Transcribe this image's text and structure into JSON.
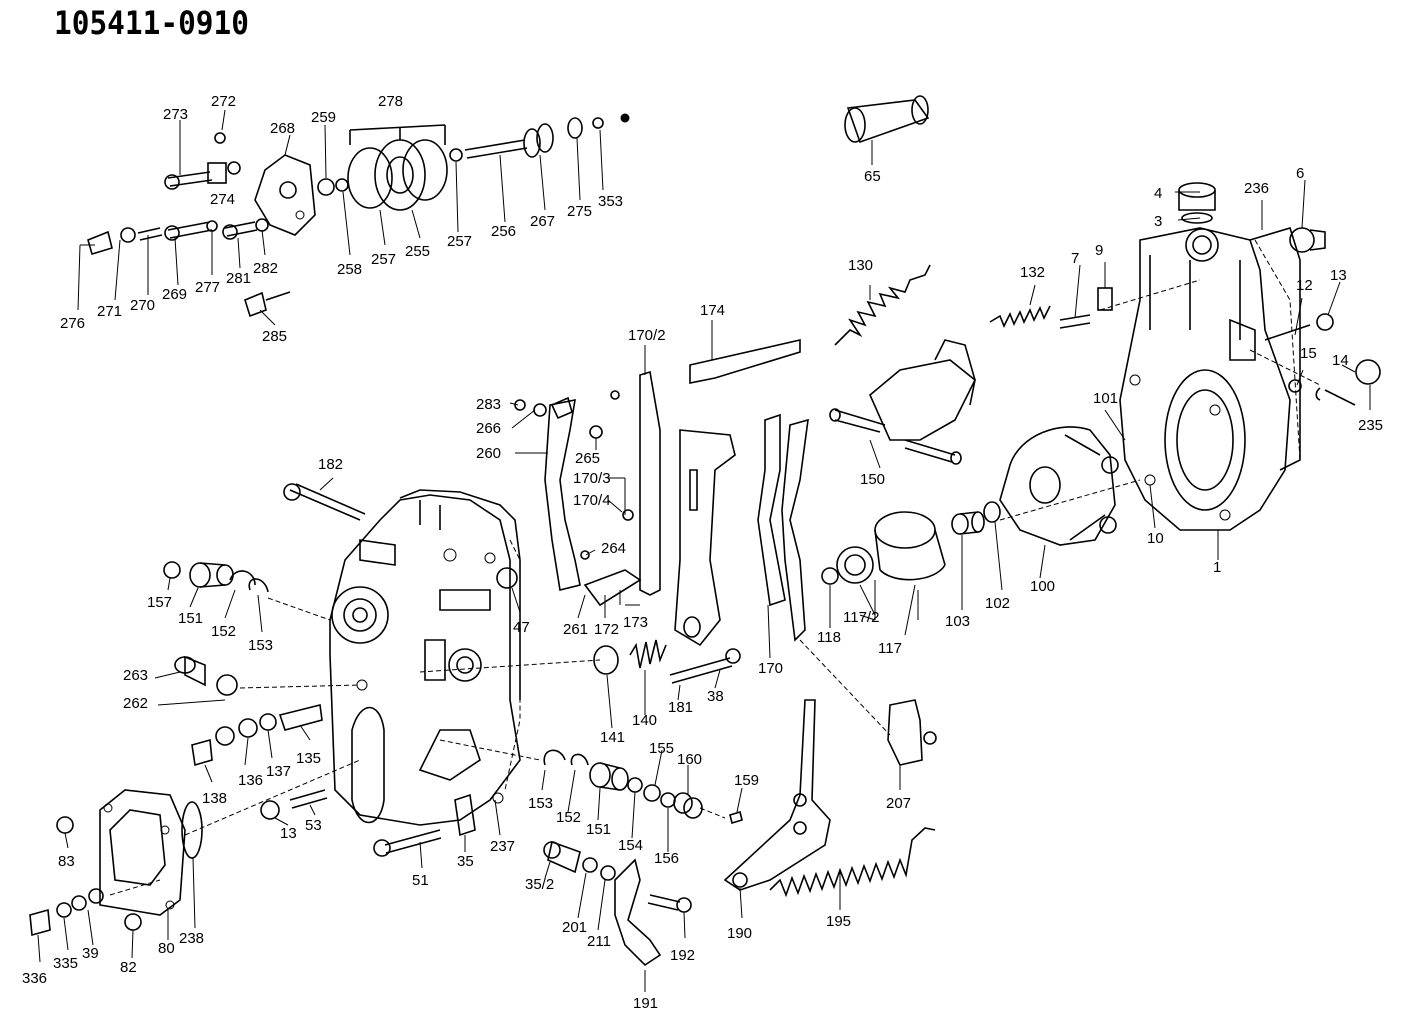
{
  "diagram": {
    "title": "105411-0910",
    "labels": {
      "l273": "273",
      "l272": "272",
      "l268": "268",
      "l259": "259",
      "l278": "278",
      "l274": "274",
      "l276": "276",
      "l271": "271",
      "l270": "270",
      "l269": "269",
      "l277": "277",
      "l281": "281",
      "l282": "282",
      "l285": "285",
      "l258": "258",
      "l257a": "257",
      "l255": "255",
      "l257b": "257",
      "l256": "256",
      "l267": "267",
      "l275": "275",
      "l353": "353",
      "l65": "65",
      "l4": "4",
      "l3": "3",
      "l236": "236",
      "l6": "6",
      "l9": "9",
      "l7": "7",
      "l13a": "13",
      "l12": "12",
      "l15": "15",
      "l14": "14",
      "l235": "235",
      "l1": "1",
      "l10": "10",
      "l101": "101",
      "l100": "100",
      "l102": "102",
      "l103": "103",
      "l130": "130",
      "l132": "132",
      "l150": "150",
      "l174": "174",
      "l170_2": "170/2",
      "l283": "283",
      "l266": "266",
      "l265": "265",
      "l260": "260",
      "l170_3": "170/3",
      "l170_4": "170/4",
      "l264": "264",
      "l261": "261",
      "l172": "172",
      "l173": "173",
      "l182": "182",
      "l47": "47",
      "l157": "157",
      "l151a": "151",
      "l152a": "152",
      "l153a": "153",
      "l263": "263",
      "l262": "262",
      "l135": "135",
      "l136": "136",
      "l137": "137",
      "l138": "138",
      "l13b": "13",
      "l53": "53",
      "l83": "83",
      "l80": "80",
      "l238": "238",
      "l336": "336",
      "l335": "335",
      "l39": "39",
      "l82": "82",
      "l51": "51",
      "l35": "35",
      "l237": "237",
      "l35_2": "35/2",
      "l201": "201",
      "l211": "211",
      "l191": "191",
      "l192": "192",
      "l141": "141",
      "l140": "140",
      "l181": "181",
      "l38": "38",
      "l170": "170",
      "l118": "118",
      "l117_2": "117/2",
      "l117": "117",
      "l153b": "153",
      "l152b": "152",
      "l151b": "151",
      "l154": "154",
      "l155": "155",
      "l156": "156",
      "l160": "160",
      "l159": "159",
      "l190": "190",
      "l195": "195",
      "l207": "207"
    }
  }
}
